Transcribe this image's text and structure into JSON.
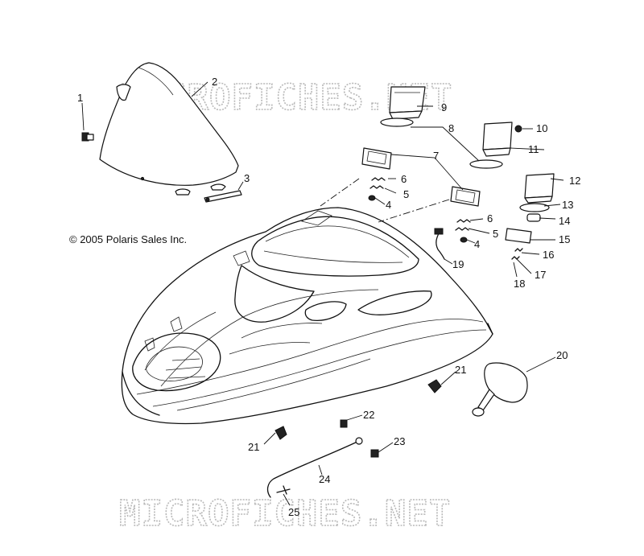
{
  "copyright": "© 2005 Polaris Sales Inc.",
  "watermark_text": "MICROFICHES.NET",
  "callouts": [
    "1",
    "2",
    "3",
    "4",
    "5",
    "6",
    "7",
    "8",
    "9",
    "10",
    "11",
    "12",
    "13",
    "14",
    "15",
    "16",
    "17",
    "18",
    "19",
    "20",
    "21",
    "22",
    "23",
    "24",
    "25"
  ],
  "callouts_extra": {
    "c4b": "4",
    "c5b": "5",
    "c6b": "6",
    "c21b": "21"
  }
}
